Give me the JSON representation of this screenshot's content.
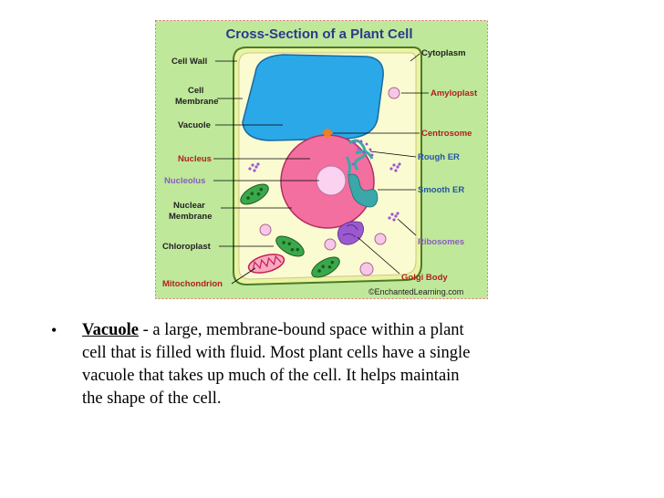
{
  "figure": {
    "title": "Cross-Section of a Plant Cell",
    "credit": "©EnchantedLearning.com",
    "labels": {
      "cell_wall": "Cell Wall",
      "cell_membrane_1": "Cell",
      "cell_membrane_2": "Membrane",
      "vacuole": "Vacuole",
      "nucleus": "Nucleus",
      "nucleolus": "Nucleolus",
      "nuclear_membrane_1": "Nuclear",
      "nuclear_membrane_2": "Membrane",
      "chloroplast": "Chloroplast",
      "mitochondrion": "Mitochondrion",
      "cytoplasm": "Cytoplasm",
      "amyloplast": "Amyloplast",
      "centrosome": "Centrosome",
      "rough_er": "Rough ER",
      "smooth_er": "Smooth ER",
      "ribosomes": "Ribosomes",
      "golgi_body": "Golgi Body"
    },
    "colors": {
      "background": "#bfe89a",
      "border": "#e07070",
      "cell_fill": "#fbfbd2",
      "vacuole": "#2ba8e8",
      "nucleus": "#f26fa0",
      "nucleolus": "#fbd2f0",
      "chloroplast": "#3aa84a",
      "mitochondrion": "#e8557a",
      "golgi": "#9b59d0",
      "er": "#3aa8a8",
      "label_black": "#222222",
      "label_red": "#b02020",
      "label_purple": "#8a5cc0",
      "label_blue": "#2255aa"
    }
  },
  "bullet": {
    "term": "Vacuole",
    "text_before_break": " - a large, membrane-bound space within a plant",
    "line2": "cell that is filled with fluid. Most plant cells have a single",
    "line3": "vacuole that takes up much of the cell. It helps maintain",
    "line4": "the shape of the cell."
  }
}
